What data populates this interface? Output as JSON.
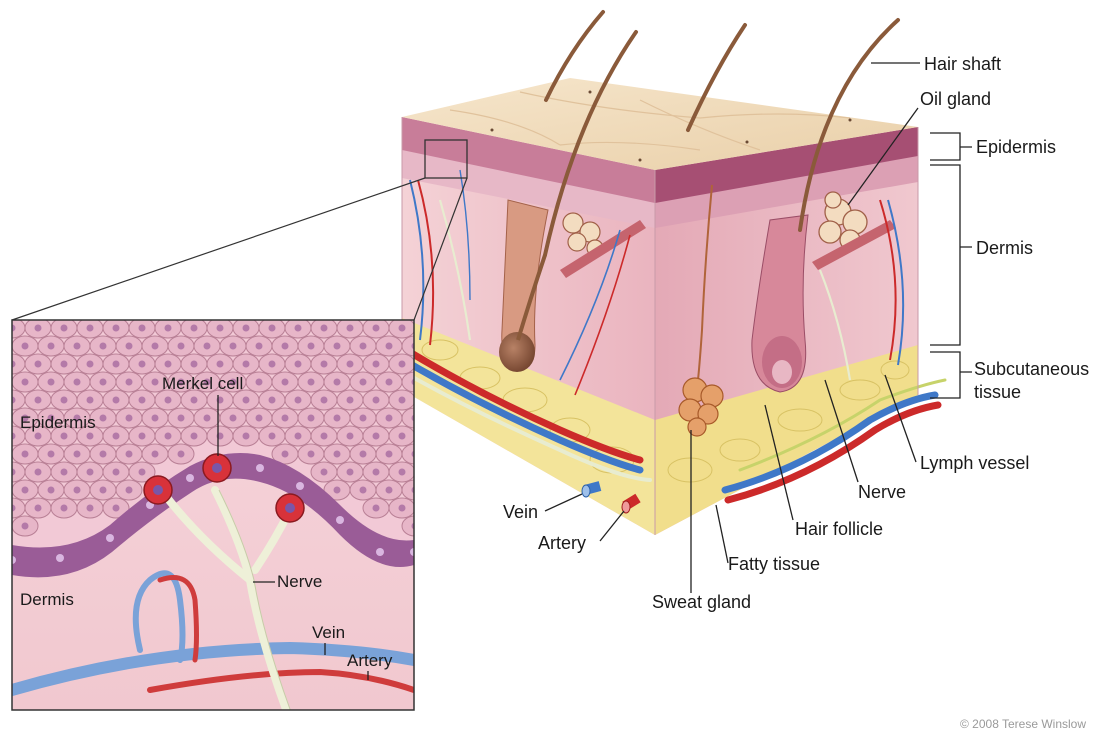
{
  "main_labels": {
    "hair_shaft": "Hair shaft",
    "oil_gland": "Oil gland",
    "epidermis": "Epidermis",
    "dermis": "Dermis",
    "subcutaneous_line1": "Subcutaneous",
    "subcutaneous_line2": "tissue",
    "lymph_vessel": "Lymph vessel",
    "nerve": "Nerve",
    "hair_follicle": "Hair follicle",
    "fatty_tissue": "Fatty tissue",
    "sweat_gland": "Sweat gland",
    "vein": "Vein",
    "artery": "Artery"
  },
  "inset_labels": {
    "epidermis": "Epidermis",
    "merkel_cell": "Merkel cell",
    "dermis": "Dermis",
    "nerve": "Nerve",
    "vein": "Vein",
    "artery": "Artery"
  },
  "credit": "© 2008 Terese Winslow",
  "colors": {
    "skin_surface": "#f1dcc0",
    "epidermis": "#b86a8a",
    "dermis": "#f0c6cc",
    "subcutaneous": "#f3e49a",
    "vein": "#3f78c8",
    "artery": "#cc2a2a",
    "nerve": "#e8ecd0",
    "hair": "#8a5a3a",
    "merkel_cell": "#d8323a",
    "cell_fill": "#e7b6c8",
    "cell_nucleus": "#b47aa8"
  }
}
